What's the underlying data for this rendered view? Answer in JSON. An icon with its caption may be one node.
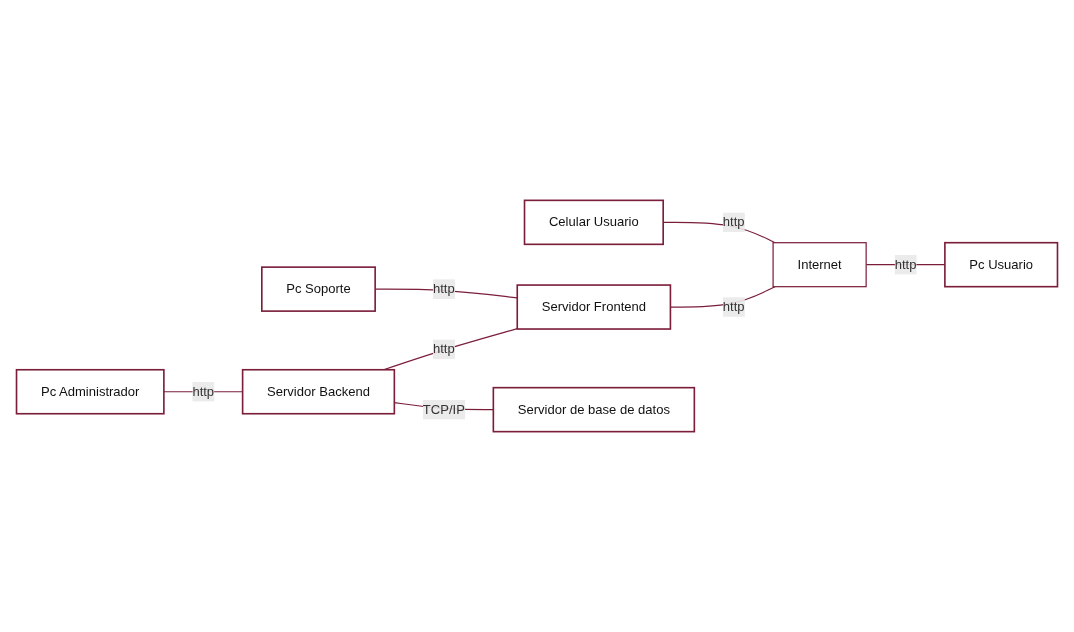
{
  "diagram": {
    "nodes": [
      {
        "text": [
          "Pc Soporte"
        ]
      },
      {
        "text": [
          "Celular Usuario"
        ]
      },
      {
        "text": [
          "Pc Administrador"
        ]
      },
      {
        "text": [
          "Servidor Backend"
        ]
      },
      {
        "text": [
          "Servidor Frontend"
        ]
      },
      {
        "text": [
          "Internet"
        ]
      },
      {
        "text": [
          "Servidor de base de datos"
        ]
      },
      {
        "text": [
          "Pc Usuario"
        ]
      }
    ],
    "edges": [
      {
        "from": 2,
        "to": 3,
        "arrow": "none",
        "label": "http"
      },
      {
        "from": 3,
        "to": 4,
        "arrow": "none",
        "label": "http"
      },
      {
        "from": 0,
        "to": 4,
        "arrow": "none",
        "label": "http"
      },
      {
        "from": 4,
        "to": 5,
        "arrow": "none",
        "label": "http"
      },
      {
        "from": 1,
        "to": 5,
        "arrow": "none",
        "label": "http"
      },
      {
        "from": 5,
        "to": 7,
        "arrow": "none",
        "label": "http"
      },
      {
        "from": 3,
        "to": 6,
        "arrow": "none",
        "label": "TCP/IP"
      }
    ]
  }
}
